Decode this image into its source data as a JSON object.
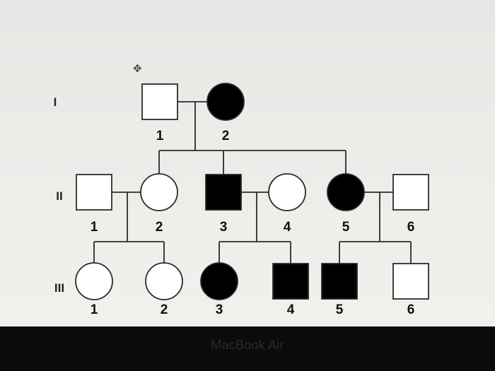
{
  "move_handle_icon": "move-cross-icon",
  "move_handle_glyph": "✥",
  "bezel_label": "MacBook Air",
  "generations": [
    {
      "label": "I",
      "members": [
        {
          "num": "1",
          "sex": "male",
          "affected": false
        },
        {
          "num": "2",
          "sex": "female",
          "affected": true
        }
      ]
    },
    {
      "label": "II",
      "members": [
        {
          "num": "1",
          "sex": "male",
          "affected": false
        },
        {
          "num": "2",
          "sex": "female",
          "affected": false
        },
        {
          "num": "3",
          "sex": "male",
          "affected": true
        },
        {
          "num": "4",
          "sex": "female",
          "affected": false
        },
        {
          "num": "5",
          "sex": "female",
          "affected": true
        },
        {
          "num": "6",
          "sex": "male",
          "affected": false
        }
      ]
    },
    {
      "label": "III",
      "members": [
        {
          "num": "1",
          "sex": "female",
          "affected": false
        },
        {
          "num": "2",
          "sex": "female",
          "affected": false
        },
        {
          "num": "3",
          "sex": "female",
          "affected": true
        },
        {
          "num": "4",
          "sex": "male",
          "affected": true
        },
        {
          "num": "5",
          "sex": "male",
          "affected": true
        },
        {
          "num": "6",
          "sex": "male",
          "affected": false
        }
      ]
    }
  ],
  "colors": {
    "affected": "#000000",
    "unaffected": "#ffffff",
    "line": "#2b2b2b"
  }
}
